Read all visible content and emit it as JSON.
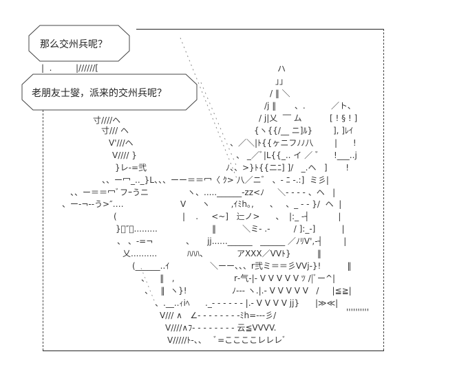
{
  "dialogue": {
    "bubble_1": "那么交州兵呢？",
    "bubble_2": "老朋友士燮，派来的交州兵呢？"
  },
  "art": {
    "rows": [
      [
        "|  .",
        "|//////["
      ],
      [
        "ハ"
      ],
      [
        "」」"
      ],
      [
        "/ ‖ ＼"
      ],
      [
        "/j ‖       、.",
        "／ト、"
      ],
      [
        "/ j|乂  ‾‾ ム",
        "[ ! § ! ]"
      ],
      [
        "{ヽ{{/__ ニ]ﾙ}",
        "], ]ﾚｲ"
      ],
      [
        "、／＼|ﾄ{{ヶニフﾉﾉ八",
        "|      !"
      ],
      [
        "、 _／ﾞ|L{{_.. イ ／ ゛",
        "!___..j"
      ],
      [
        "ﾉ、、>}ﾄ{{ニﾆ] ]/   _.ヘ   ]       !"
      ],
      [
        "寸////ヘ"
      ],
      [
        "寸/// ヘ"
      ],
      [
        "V'///ヘ"
      ],
      [
        "V//// }"
      ],
      [
        "}レ-=弐"
      ],
      [
        "、、ー冖_.._}L、、、ーー＝＝冖〈 ｸ> 八／ニ゛ 、- ﾆ -.:]  ミ彡|"
      ],
      [
        "、、ー＝＝冖ﾞフｰうニ",
        "ヽ、.....______‐zz<ﾉ     ＼- - - - 、ヘ   |"
      ],
      [
        "、ー‐¬-‐う>″‥‥",
        "V      ヽ        ,ｲﾐh｡,      、   、_ - - }/  ヘ  |"
      ],
      [
        "(",
        "|    .     <~]   辷ノ>      、  |:_ -┤           |"
      ],
      [
        "}ﾞ″ｰ.........",
        "‖          ＼ミ‐ .-         / ]:_-]          |"
      ],
      [
        "、 、-=¬",
        "、     jj......______   ______ ／ﾉﾘV',-┤        |"
      ],
      [
        "乂..........",
        "ﾊﾊﾊ、           アXXX／VVﾄ}          ‖"
      ],
      [
        "(______..ｲ",
        "＼ーー、、、r弐ミ＝＝彡VVj-}!          ‖"
      ],
      [
        "、    ‖   ,",
        "r‐气‐|‐ V V V V V ﾂ /|ﾞー^|"
      ],
      [
        "、   ‖  ヽ}!",
        "ﾉ--- ヽ.|.- V V V V V   /     |≦≧|"
      ],
      [
        "、.__..ｨiﾍ",
        "._- - - - - - |.- V V V V jj}      |≫≪|"
      ],
      [
        "V/// ∧   ∠- - - - - - - -ﾐh=‐‐‐彡/",
        "''''''''''"
      ],
      [
        "V////∧ﾌ- - - - - - - - 云≦VVVV."
      ],
      [
        "V/////ﾄ-、、   ﾞ=ここここレレレﾞ"
      ]
    ]
  }
}
